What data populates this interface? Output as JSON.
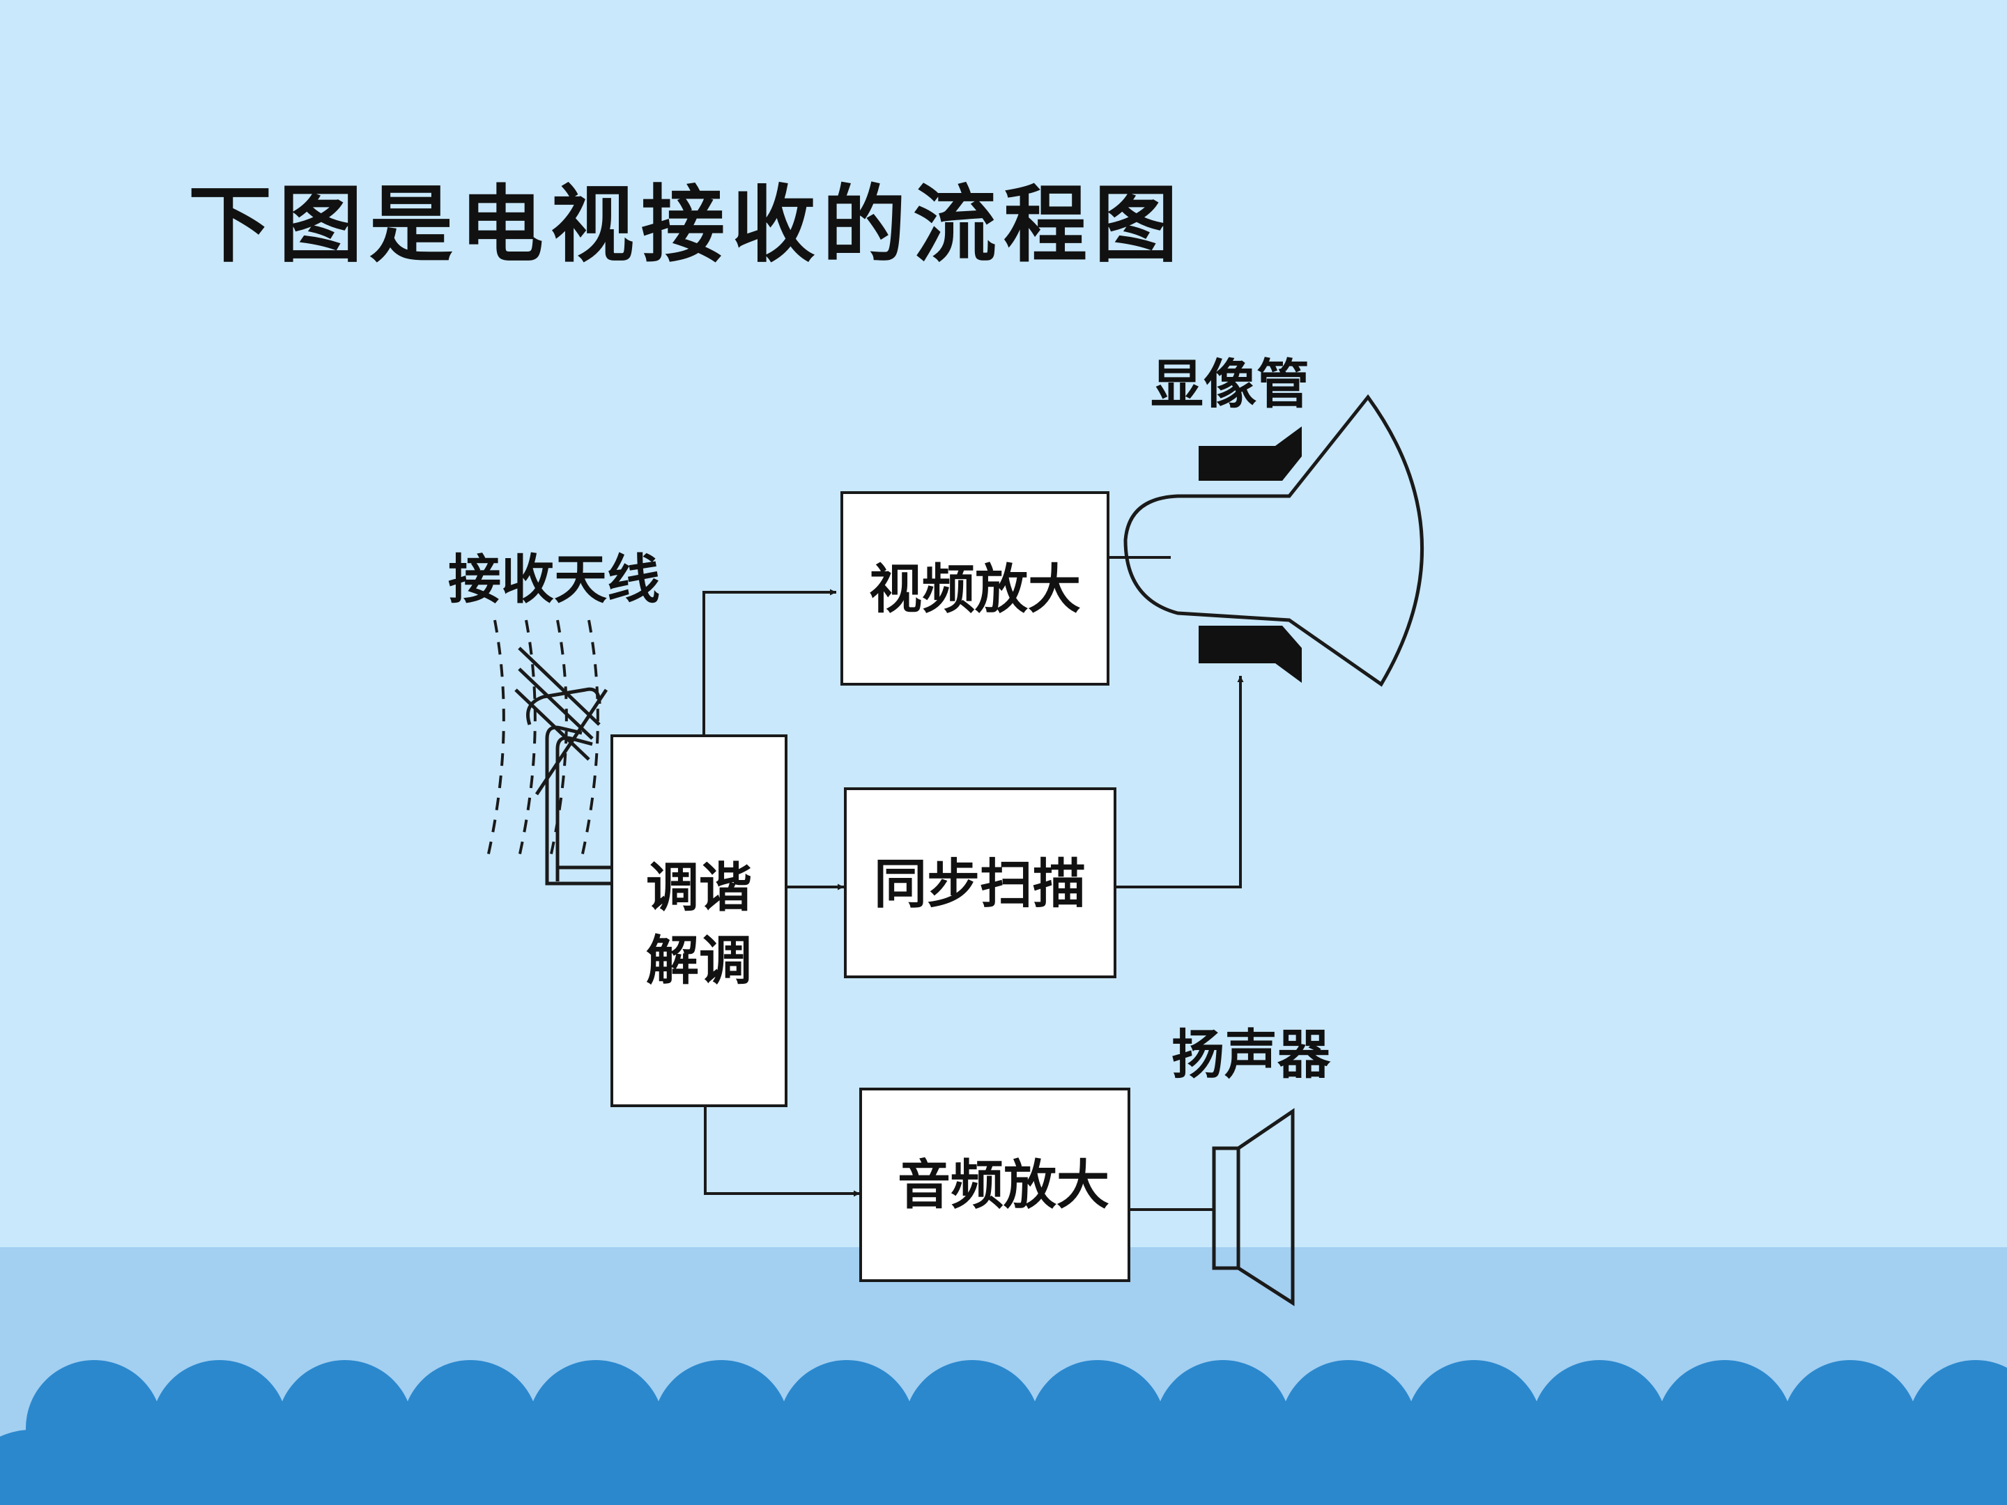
{
  "slide": {
    "title": "下图是电视接收的流程图"
  },
  "diagram": {
    "antenna_label": "接收天线",
    "tuner_line1": "调谐",
    "tuner_line2": "解调",
    "video_amp": "视频放大",
    "sync_scan": "同步扫描",
    "audio_amp": "音频放大",
    "crt_label": "显像管",
    "speaker_label": "扬声器"
  },
  "colors": {
    "background_top": "#c9e8fb",
    "background_bottom": "#a3cff1",
    "waves": "#2b88cd",
    "box_fill": "#ffffff",
    "line": "#1a1a1a"
  }
}
